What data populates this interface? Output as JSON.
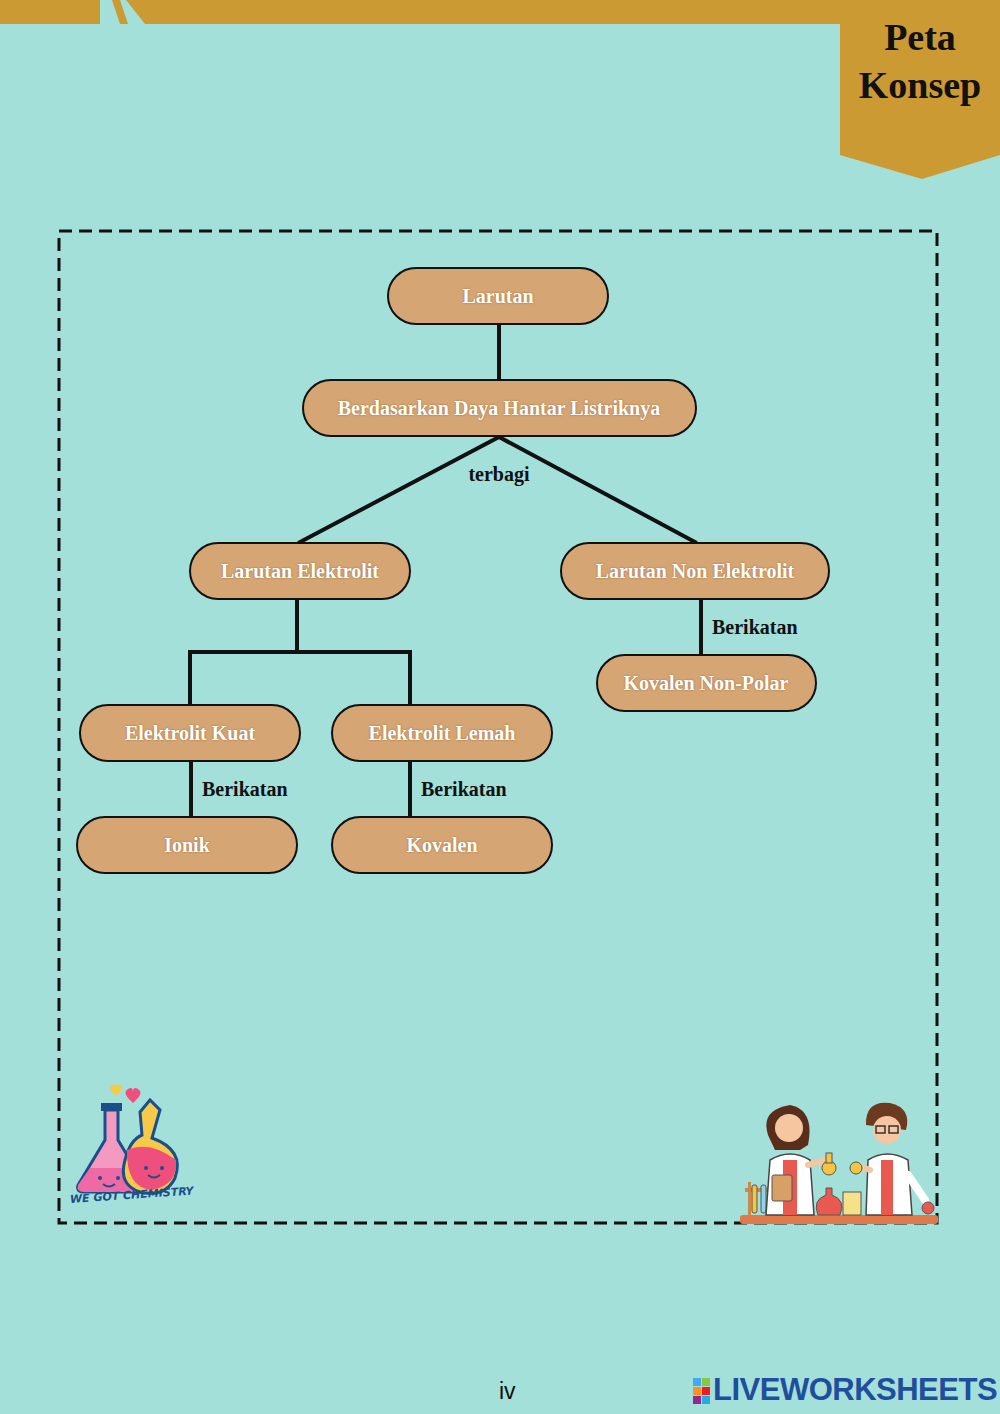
{
  "diagram": {
    "title": "Peta Konsep",
    "nodes": [
      {
        "text": [
          "Larutan"
        ]
      },
      {
        "text": [
          "Berdasarkan Daya Hantar Listriknya"
        ]
      },
      {
        "text": [
          "Larutan Elektrolit"
        ]
      },
      {
        "text": [
          "Larutan Non Elektrolit"
        ]
      },
      {
        "text": [
          "Kovalen Non-Polar"
        ]
      },
      {
        "text": [
          "Elektrolit Kuat"
        ]
      },
      {
        "text": [
          "Elektrolit Lemah"
        ]
      },
      {
        "text": [
          "Ionik"
        ]
      },
      {
        "text": [
          "Kovalen"
        ]
      }
    ],
    "edges": [
      {
        "from": 0,
        "to": 1,
        "arrow": "none"
      },
      {
        "from": 1,
        "to": 2,
        "label": "terbagi",
        "arrow": "none"
      },
      {
        "from": 1,
        "to": 3,
        "arrow": "none"
      },
      {
        "from": 3,
        "to": 4,
        "label": "Berikatan",
        "arrow": "none"
      },
      {
        "from": 2,
        "to": 5,
        "arrow": "none"
      },
      {
        "from": 2,
        "to": 6,
        "arrow": "none"
      },
      {
        "from": 5,
        "to": 7,
        "label": "Berikatan",
        "arrow": "none"
      },
      {
        "from": 6,
        "to": 8,
        "label": "Berikatan",
        "arrow": "none"
      }
    ],
    "labels": [
      "WE GOT CHEMISTRY",
      "iv",
      "LIVEWORKSHEETS"
    ]
  }
}
